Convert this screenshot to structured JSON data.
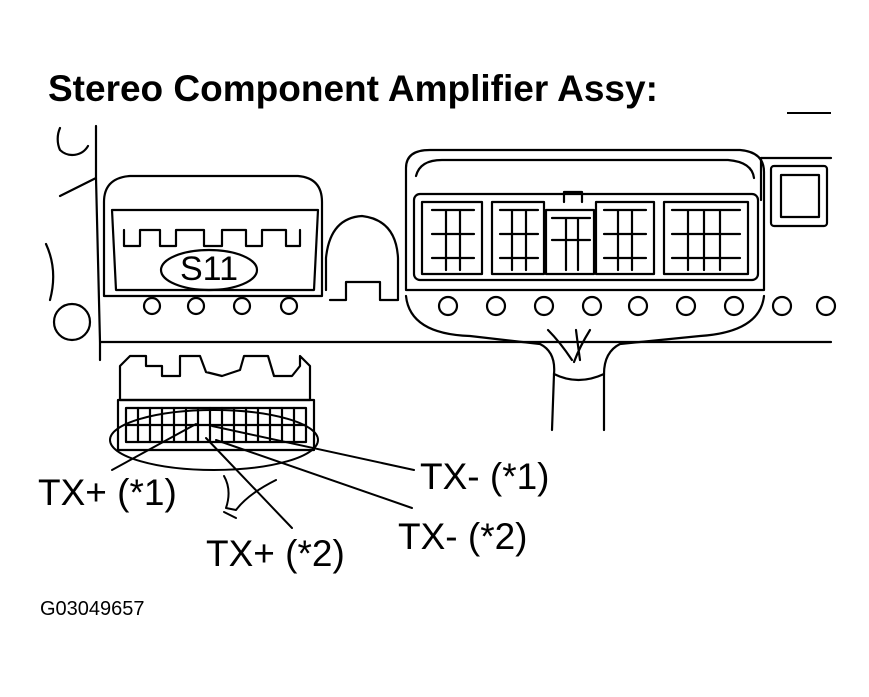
{
  "title": "Stereo Component Amplifier Assy:",
  "connector_label": "S11",
  "pins": {
    "tx_plus_1": "TX+ (*1)",
    "tx_plus_2": "TX+ (*2)",
    "tx_minus_1": "TX-  (*1)",
    "tx_minus_2": "TX-  (*2)"
  },
  "figure_code": "G03049657"
}
